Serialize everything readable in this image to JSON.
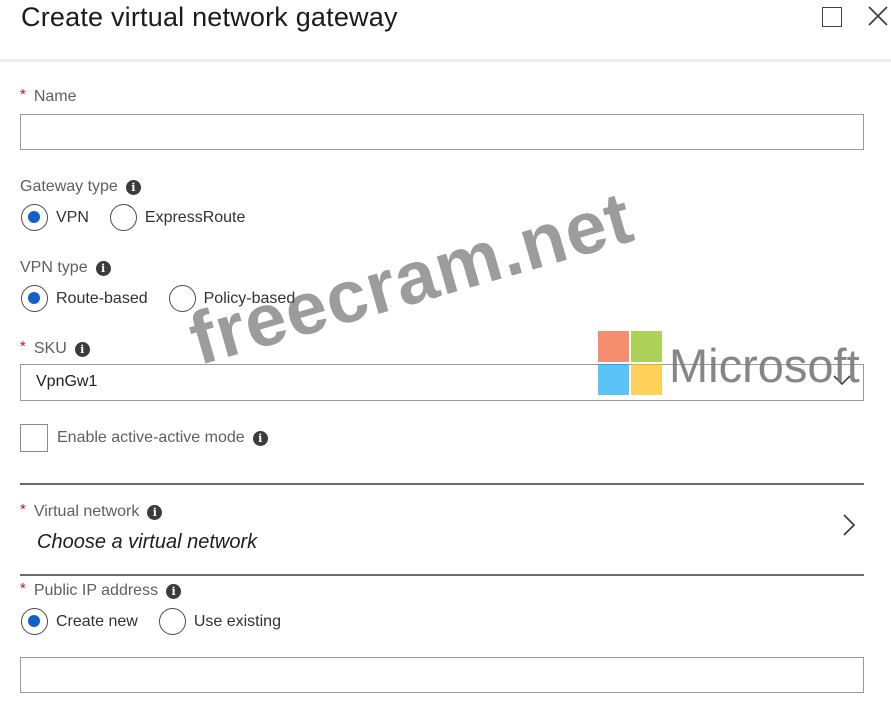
{
  "header": {
    "title": "Create virtual network gateway"
  },
  "form": {
    "name": {
      "label": "Name",
      "required_mark": "*",
      "value": ""
    },
    "gateway_type": {
      "label": "Gateway type",
      "options": [
        "VPN",
        "ExpressRoute"
      ],
      "selected": "VPN"
    },
    "vpn_type": {
      "label": "VPN type",
      "options": [
        "Route-based",
        "Policy-based"
      ],
      "selected": "Route-based"
    },
    "sku": {
      "label": "SKU",
      "required_mark": "*",
      "value": "VpnGw1"
    },
    "active_active": {
      "label": "Enable active-active mode",
      "checked": false
    },
    "virtual_network": {
      "label": "Virtual network",
      "required_mark": "*",
      "placeholder": "Choose a virtual network"
    },
    "public_ip": {
      "label": "Public IP address",
      "required_mark": "*",
      "options": [
        "Create new",
        "Use existing"
      ],
      "selected": "Create new",
      "value": ""
    }
  },
  "icons": [
    "maximize-icon",
    "close-icon",
    "info-icon",
    "chevron-down-icon",
    "chevron-right-icon"
  ],
  "overlay": {
    "watermark_text": "freecram.net",
    "brand_text": "Microsoft",
    "logo_colors": [
      "#f25022",
      "#7fba00",
      "#00a4ef",
      "#ffb900"
    ]
  },
  "colors": {
    "radio_selected": "#1360c9",
    "required": "#c50f1f"
  }
}
